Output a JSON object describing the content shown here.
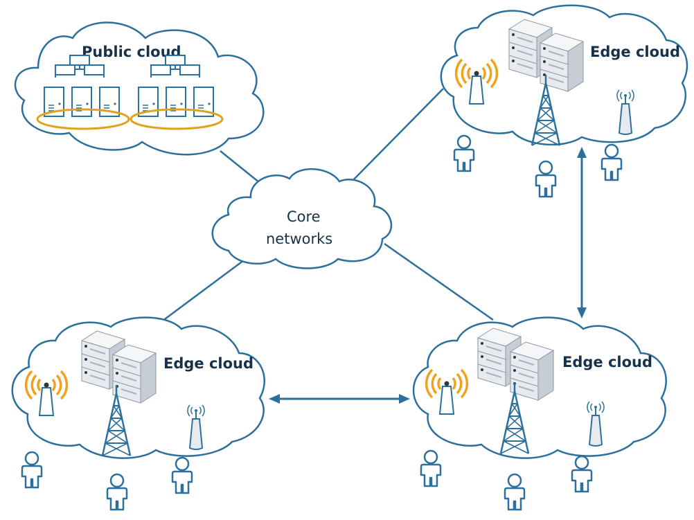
{
  "labels": {
    "public_cloud": "Public cloud",
    "core_line1": "Core",
    "core_line2": "networks",
    "edge_top_right": "Edge cloud",
    "edge_bottom_left": "Edge cloud",
    "edge_bottom_right": "Edge cloud"
  },
  "colors": {
    "line": "#2b6f9c",
    "signal": "#f0a21c",
    "text": "#16324a"
  },
  "icons": [
    "server-rack-icon",
    "cell-tower-icon",
    "antenna-icon",
    "access-point-icon",
    "user-icon"
  ]
}
